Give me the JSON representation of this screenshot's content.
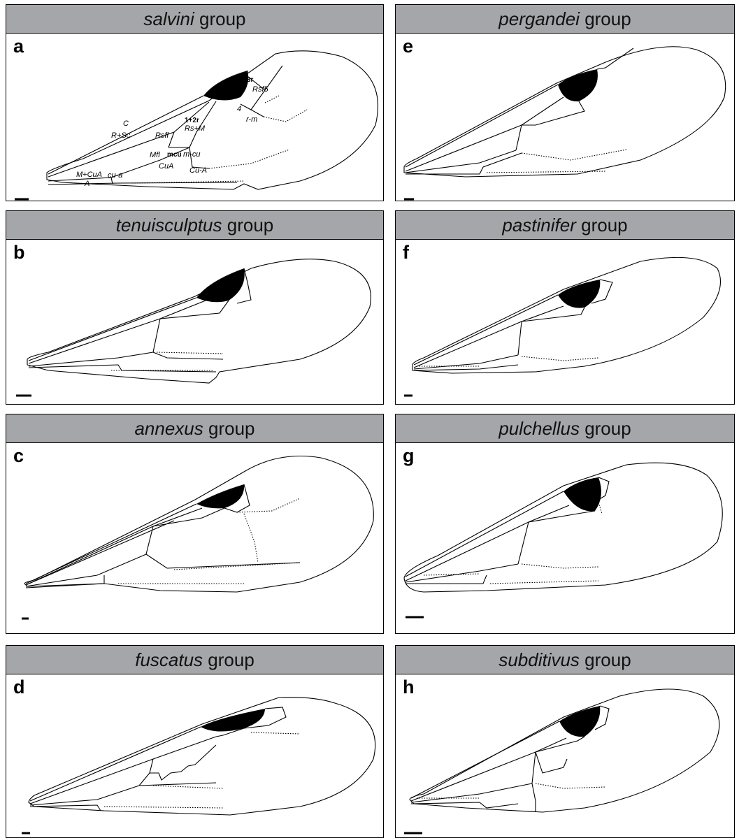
{
  "group_word": "group",
  "panels": [
    {
      "letter": "a",
      "species": "salvini"
    },
    {
      "letter": "b",
      "species": "tenuisculptus"
    },
    {
      "letter": "c",
      "species": "annexus"
    },
    {
      "letter": "d",
      "species": "fuscatus"
    },
    {
      "letter": "e",
      "species": "pergandei"
    },
    {
      "letter": "f",
      "species": "pastinifer"
    },
    {
      "letter": "g",
      "species": "pulchellus"
    },
    {
      "letter": "h",
      "species": "subditivus"
    }
  ],
  "vein_labels": {
    "c": "C",
    "r_sc": "R+Sc",
    "rsfl": "Rsfl",
    "mfl": "Mfl",
    "mcu": "mcu",
    "m_cu": "m-cu",
    "cua": "CuA",
    "cu_a_vein": "Cu-A",
    "m_cua": "M+CuA",
    "cu_a": "cu-a",
    "a": "A",
    "r12": "1+2r",
    "rs_m": "Rs+M",
    "r4": "4",
    "r_m": "r-m",
    "rsf5": "Rsf5",
    "r3": "3r"
  }
}
